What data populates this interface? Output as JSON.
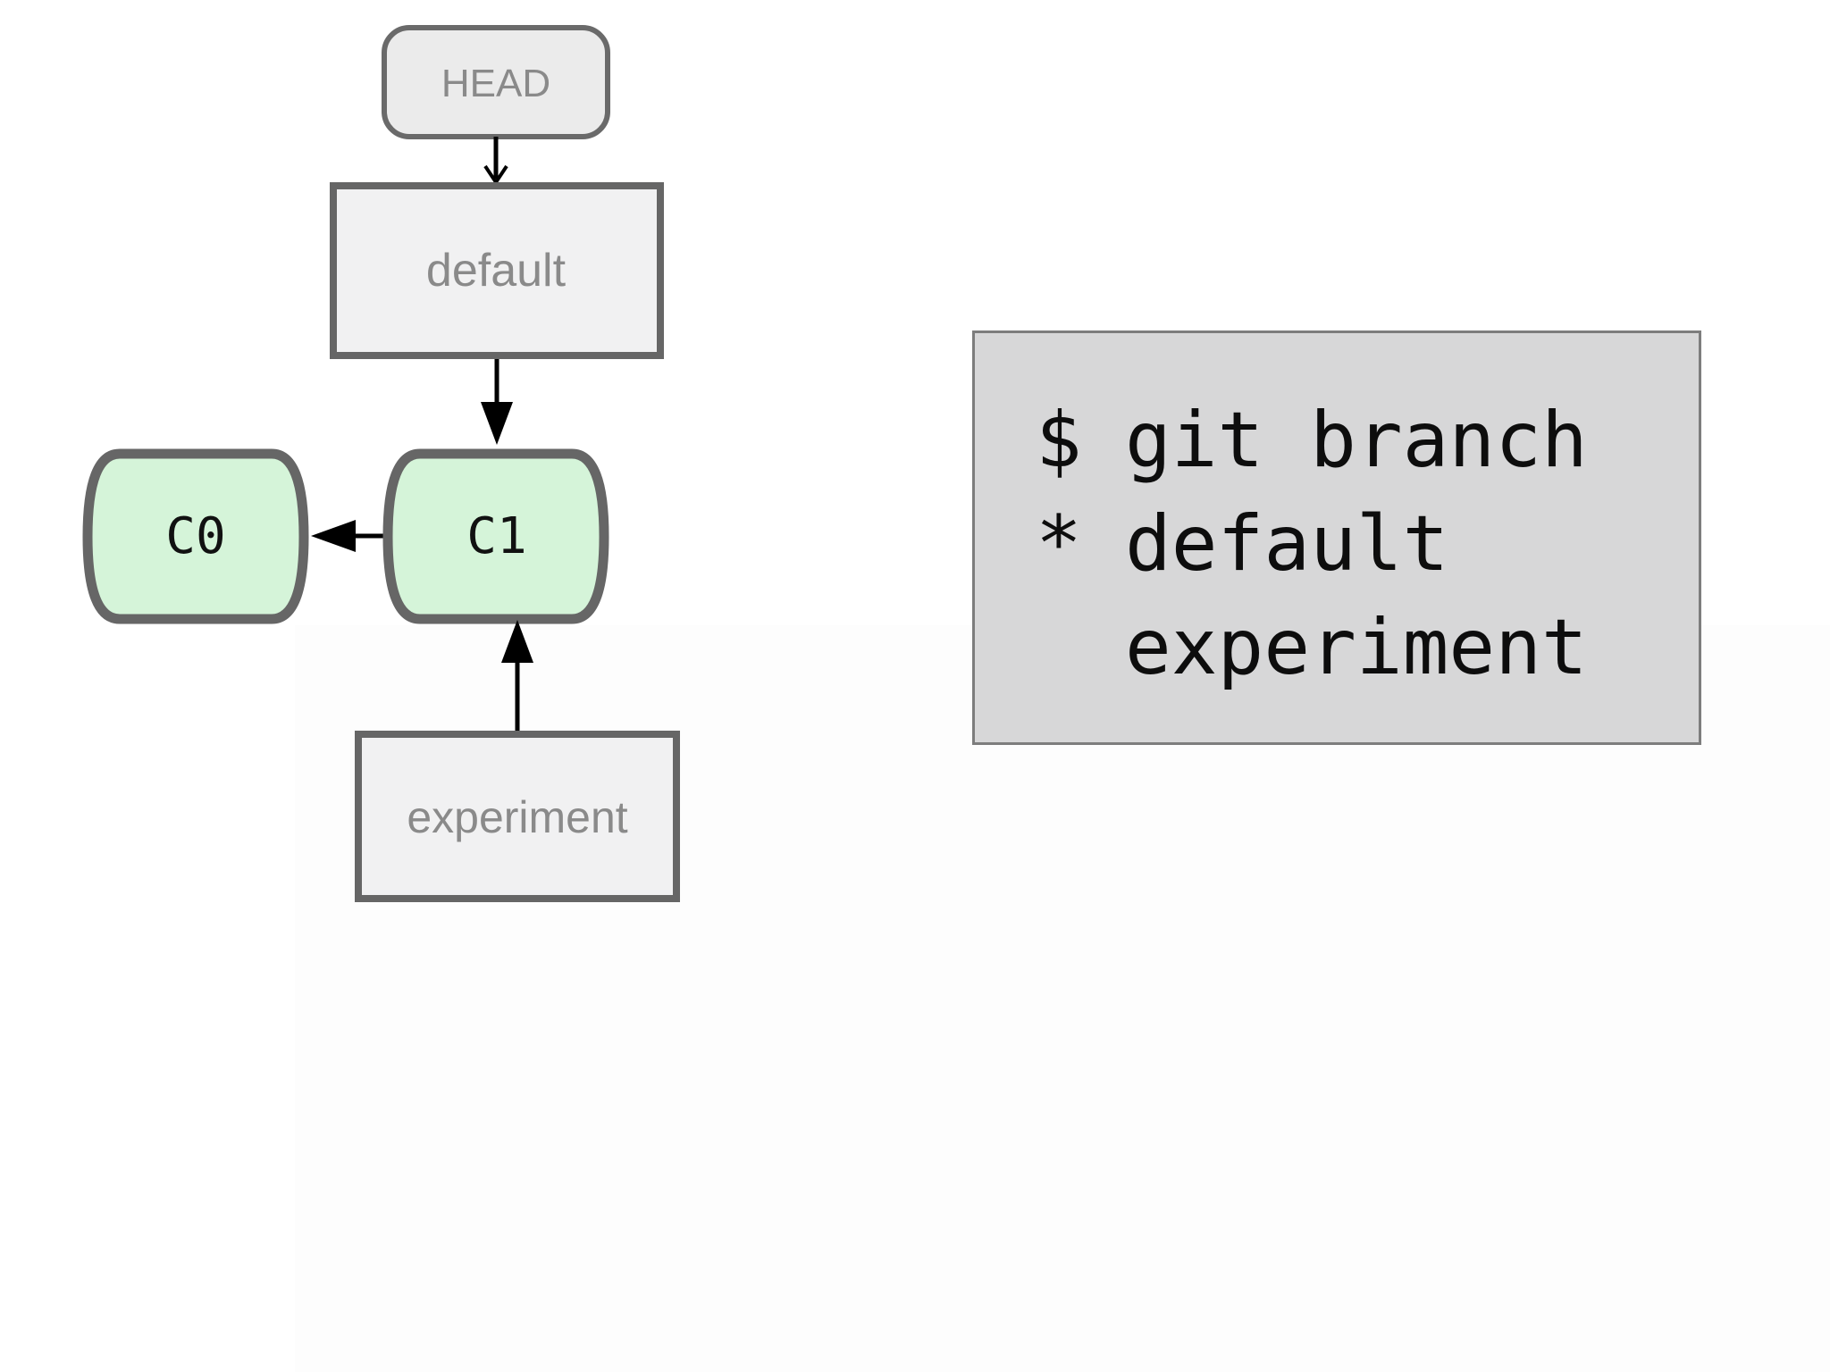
{
  "head": {
    "label": "HEAD"
  },
  "branches": {
    "default": {
      "label": "default"
    },
    "experiment": {
      "label": "experiment"
    }
  },
  "commits": {
    "c0": {
      "label": "C0"
    },
    "c1": {
      "label": "C1"
    }
  },
  "terminal": {
    "lines": [
      {
        "prefix": "$",
        "text": "git branch"
      },
      {
        "prefix": "*",
        "text": "default"
      },
      {
        "prefix": "",
        "text": "experiment"
      }
    ]
  },
  "colors": {
    "commit_fill": "#d5f4d9",
    "commit_stroke": "#666666",
    "ref_fill": "#f1f1f2",
    "head_fill": "#ebebeb",
    "terminal_fill": "#d7d7d8",
    "arrow": "#000000"
  }
}
